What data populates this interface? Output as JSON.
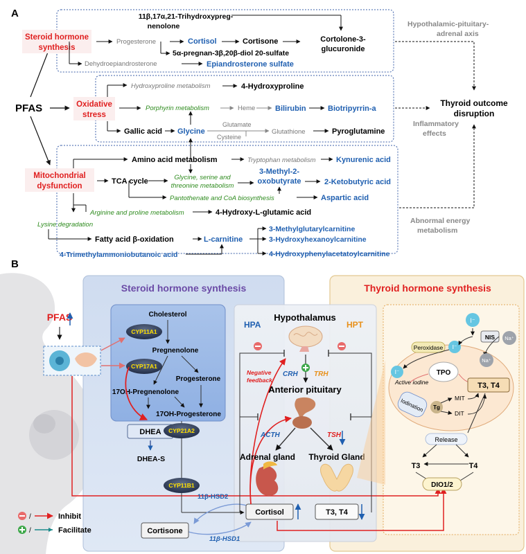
{
  "panel_a": {
    "letter": "A",
    "pfas": "PFAS",
    "steroid": {
      "title_line1": "Steroid hormone",
      "title_line2": "synthesis",
      "trihydroxy_line1": "11β,17α,21-Trihydroxypreg-",
      "trihydroxy_line2": "nenolone",
      "progesterone": "Progesterone",
      "cortisol": "Cortisol",
      "cortisone": "Cortisone",
      "cortolone_line1": "Cortolone-3-",
      "cortolone_line2": "glucuronide",
      "pregnan": "5α-pregnan-3β,20β-diol 20-sulfate",
      "dhea": "Dehydroepiandrosterone",
      "epiandro": "Epiandrosterone sulfate"
    },
    "oxidative": {
      "title_line1": "Oxidative",
      "title_line2": "stress",
      "hydroxyproline_metab": "Hydroxyproline metabolism",
      "hydroxyproline": "4-Hydroxyproline",
      "porphyrin": "Porphyrin metabolism",
      "heme": "Heme",
      "bilirubin": "Bilirubin",
      "biotripyrrin": "Biotripyrrin-a",
      "gallic": "Gallic acid",
      "glycine": "Glycine",
      "glutamate": "Glutamate",
      "glutathione": "Glutathione",
      "cysteine": "Cysteine",
      "pyroglutamine": "Pyroglutamine"
    },
    "mito": {
      "title_line1": "Mitochondrial",
      "title_line2": "dysfunction",
      "amino": "Amino acid metabolism",
      "tryptophan": "Tryptophan metabolism",
      "kynurenic": "Kynurenic acid",
      "tca": "TCA cycle",
      "gly_ser_line1": "Glycine, serine and",
      "gly_ser_line2": "threonine metabolism",
      "methyl_line1": "3-Methyl-2-",
      "methyl_line2": "oxobutyrate",
      "ketobutyric": "2-Ketobutyric acid",
      "pantothenate": "Pantothenate and CoA biosynthesis",
      "aspartic": "Aspartic acid",
      "arginine": "Arginine and proline metabolism",
      "hydroxy_glutamic": "4-Hydroxy-L-glutamic acid",
      "lysine": "Lysine degradation",
      "fatty": "Fatty acid β-oxidation",
      "carnitine": "L-carnitine",
      "methylglutaryl": "3-Methylglutarylcarnitine",
      "hydroxyhexanoyl": "3-Hydroxyhexanoylcarnitine",
      "hydroxyphenyl": "4-Hydroxyphenylacetatoylcarnitine",
      "trimethyl": "4-Trimethylammoniobutanoic acid"
    },
    "right": {
      "hpa_line1": "Hypothalamic-pituitary-",
      "hpa_line2": "adrenal axis",
      "outcome_line1": "Thyroid outcome",
      "outcome_line2": "disruption",
      "inflammatory_line1": "Inflammatory",
      "inflammatory_line2": "effects",
      "abnormal_line1": "Abnormal energy",
      "abnormal_line2": "metabolism"
    }
  },
  "panel_b": {
    "letter": "B",
    "pfas": "PFAS",
    "steroid_title": "Steroid hormone synthesis",
    "thyroid_title": "Thyroid hormone synthesis",
    "cholesterol": "Cholesterol",
    "cyp11a1": "CYP11A1",
    "pregnenolone": "Pregnenolone",
    "cyp17a1": "CYP17A1",
    "progesterone": "Progesterone",
    "oh_preg": "17OH-Pregnenolone",
    "oh_prog": "17OH-Progesterone",
    "dhea": "DHEA",
    "dhea_s": "DHEA-S",
    "cyp21a2": "CYP21A2",
    "cyp11b1": "CYP11B1",
    "hsd2": "11β-HSD2",
    "hsd1": "11β-HSD1",
    "cortisol": "Cortisol",
    "cortisone": "Cortisone",
    "hpa": "HPA",
    "hpt": "HPT",
    "hypothalamus": "Hypothalamus",
    "negative_line1": "Negative",
    "negative_line2": "feedback",
    "crh": "CRH",
    "trh": "TRH",
    "anterior": "Anterior pituitary",
    "acth": "ACTH",
    "tsh": "TSH",
    "adrenal": "Adrenal gland",
    "thyroid_gland": "Thyroid Gland",
    "t3t4": "T3, T4",
    "iodide": "I⁻",
    "nis": "NIS",
    "na": "Na⁺",
    "peroxidase": "Peroxidase",
    "tpo": "TPO",
    "active_iodine": "Active iodine",
    "iodination": "Iodination",
    "tg": "Tg",
    "mit": "MIT",
    "dit": "DIT",
    "release": "Release",
    "t3": "T3",
    "t4": "T4",
    "dio": "DIO1/2",
    "inhibit": "Inhibit",
    "facilitate": "Facilitate",
    "slash": "/"
  },
  "colors": {
    "red": "#e02020",
    "blue": "#1f5fb0",
    "green": "#2e8b1e",
    "gray": "#888888",
    "orange": "#e8901a"
  }
}
